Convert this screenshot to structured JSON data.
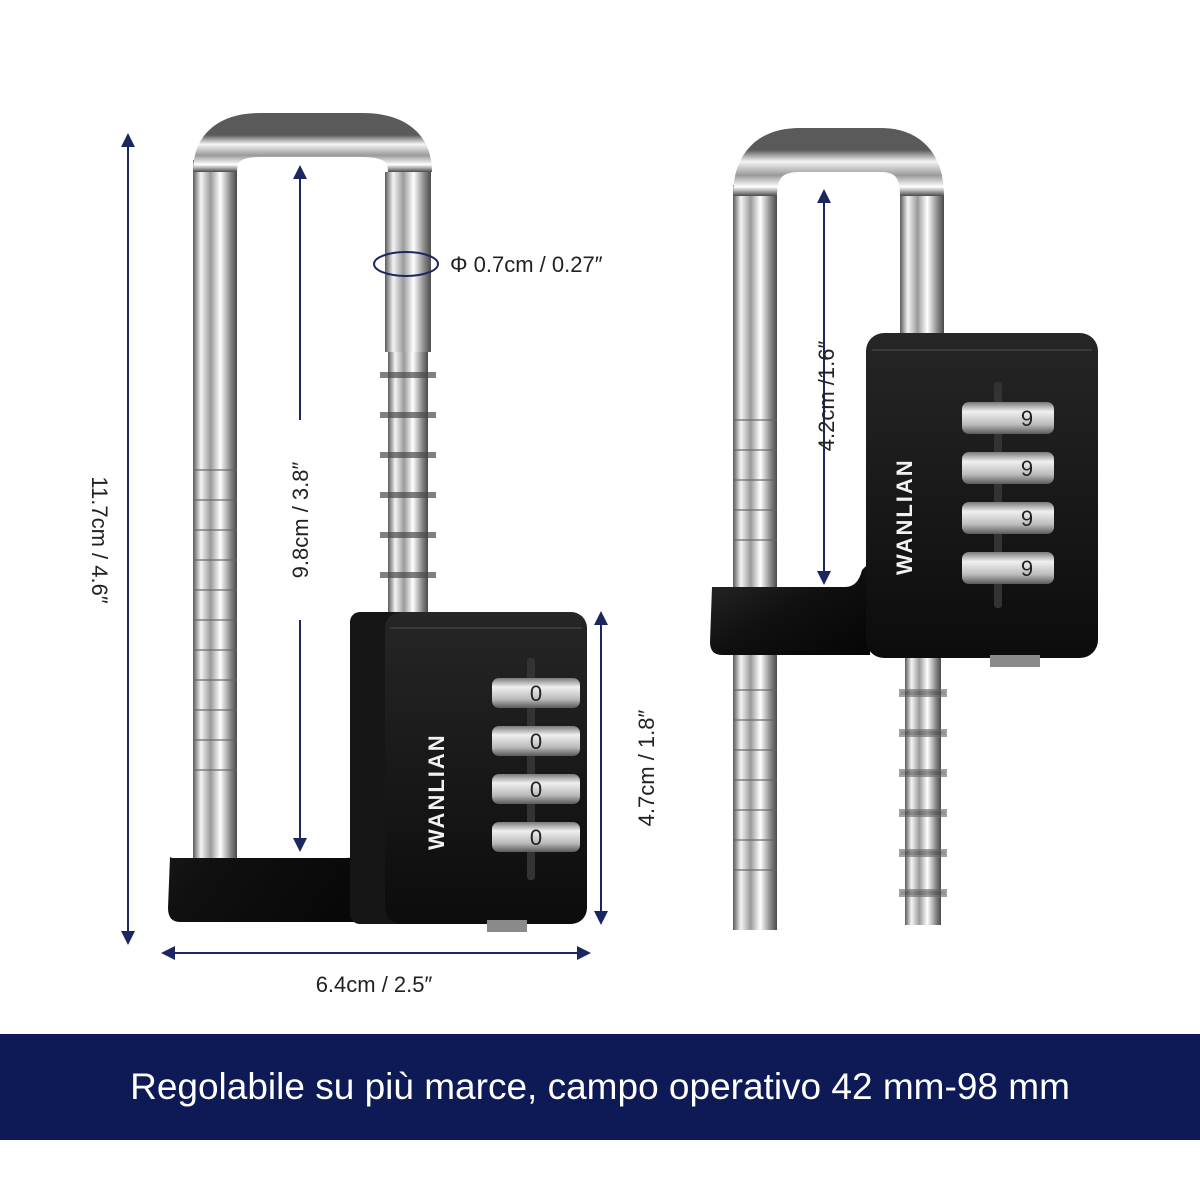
{
  "colors": {
    "banner_bg": "#0d1a55",
    "banner_text": "#ffffff",
    "dimension_line": "#1b2860",
    "lock_body": "#111111",
    "shackle_metal": "#c8c8c8"
  },
  "lock_left": {
    "brand": "WANLIAN",
    "dial_digits": [
      "0",
      "0",
      "0",
      "0"
    ]
  },
  "lock_right": {
    "brand": "WANLIAN",
    "dial_digits": [
      "9",
      "9",
      "9",
      "9"
    ]
  },
  "dimensions": {
    "total_height": "11.7cm / 4.6″",
    "inner_height": "9.8cm / 3.8″",
    "diameter": "Φ 0.7cm / 0.27″",
    "body_height": "4.7cm / 1.8″",
    "width": "6.4cm / 2.5″",
    "shackle_clearance": "4.2cm /1.6″"
  },
  "banner": {
    "text": "Regolabile su più marce, campo operativo 42 mm-98 mm"
  }
}
